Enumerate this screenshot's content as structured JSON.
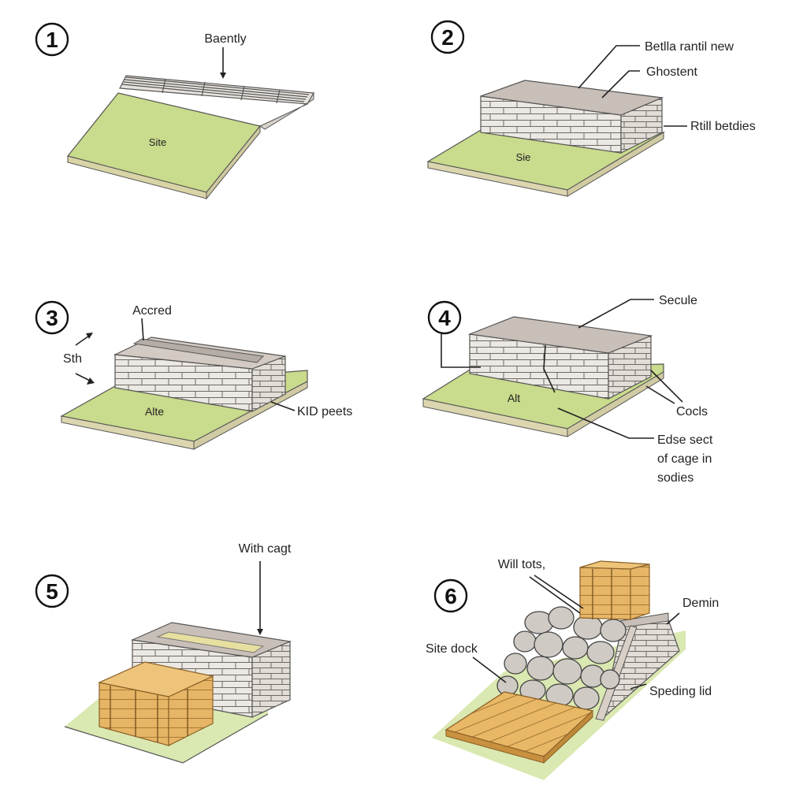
{
  "steps": [
    {
      "number": "1",
      "ground_label": "Site",
      "annotations": [
        "Baently"
      ]
    },
    {
      "number": "2",
      "ground_label": "Sie",
      "annotations": [
        "Betlla rantil new",
        "Ghostent",
        "Rtill betdies"
      ]
    },
    {
      "number": "3",
      "ground_label": "Alte",
      "annotations": [
        "Accred",
        "Sth",
        "KID peets"
      ]
    },
    {
      "number": "4",
      "ground_label": "Alt",
      "annotations": [
        "Secule",
        "Cocls",
        "Edse sect",
        "of cage in",
        "sodies"
      ]
    },
    {
      "number": "5",
      "ground_label": "",
      "annotations": [
        "With cagt"
      ]
    },
    {
      "number": "6",
      "ground_label": "",
      "annotations": [
        "Will tots,",
        "Demin",
        "Site dock",
        "Speding lid"
      ]
    }
  ],
  "colors": {
    "grass": "#c9db8c",
    "stone_top": "#c8bfb8",
    "brick_face": "#ece8e3",
    "wood": "#e6b566",
    "rock": "#cfcac4"
  }
}
